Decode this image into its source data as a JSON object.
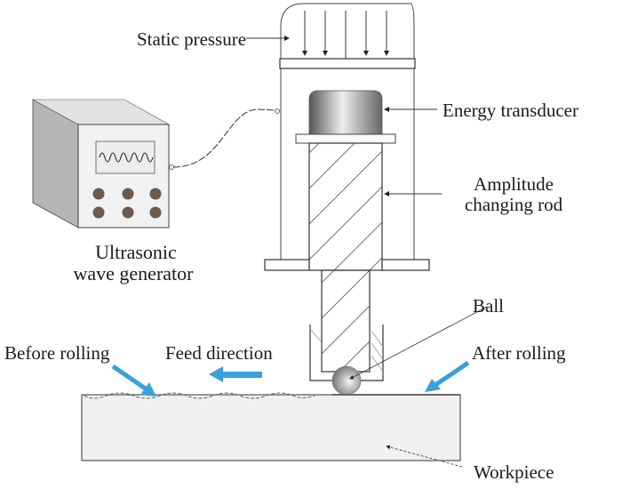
{
  "labels": {
    "static_pressure": "Static pressure",
    "energy_transducer": "Energy transducer",
    "amplitude_line1": "Amplitude",
    "amplitude_line2": "changing rod",
    "generator_line1": "Ultrasonic",
    "generator_line2": "wave  generator",
    "ball": "Ball",
    "before_rolling": "Before rolling",
    "feed_direction": "Feed direction",
    "after_rolling": "After rolling",
    "workpiece": "Workpiece"
  },
  "colors": {
    "accent_arrow": "#3aa0d8",
    "knob": "#6b5a4e",
    "stroke": "#333333"
  }
}
